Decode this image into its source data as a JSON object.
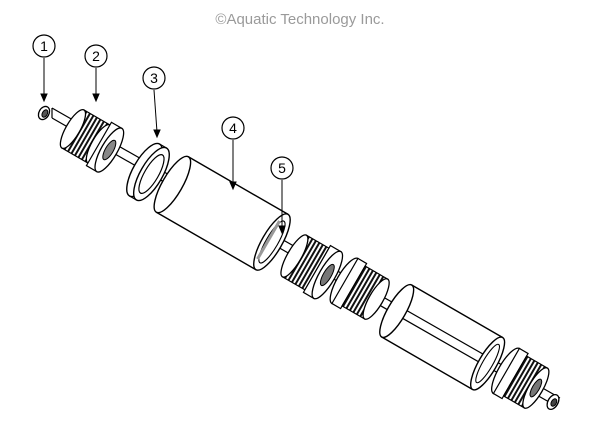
{
  "copyright": "©Aquatic Technology Inc.",
  "callouts": [
    {
      "label": "1"
    },
    {
      "label": "2"
    },
    {
      "label": "3"
    },
    {
      "label": "4"
    },
    {
      "label": "5"
    }
  ]
}
